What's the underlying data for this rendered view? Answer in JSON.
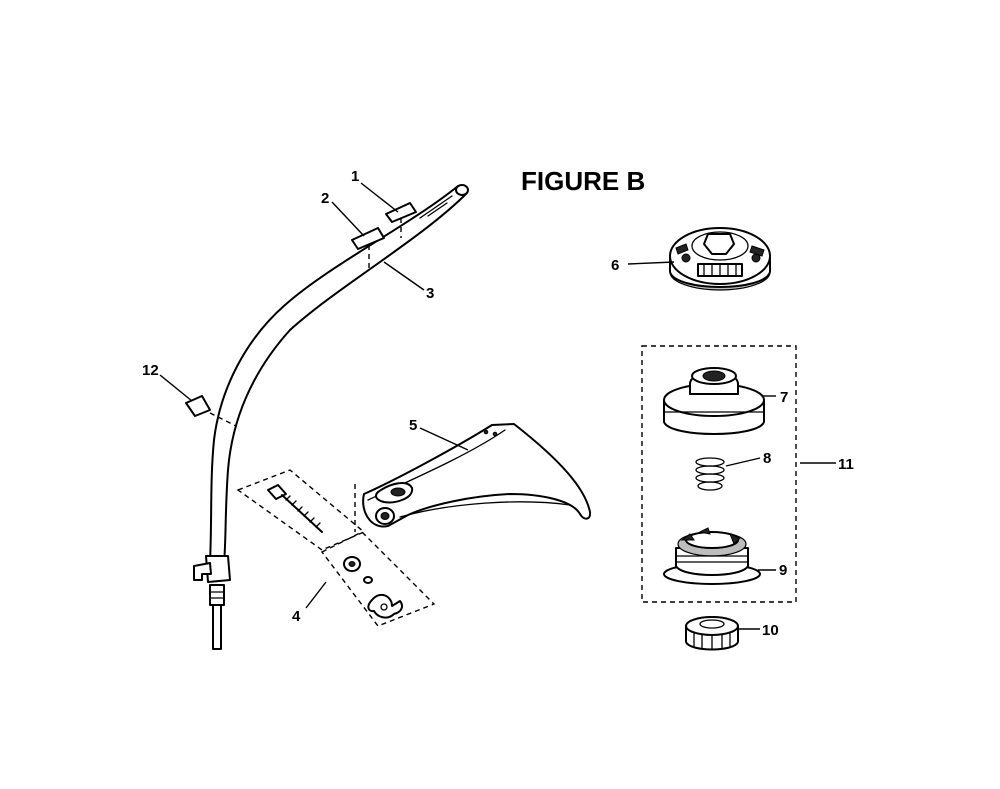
{
  "figure_title": "FIGURE B",
  "callouts": {
    "c1": "1",
    "c2": "2",
    "c3": "3",
    "c4": "4",
    "c5": "5",
    "c6": "6",
    "c7": "7",
    "c8": "8",
    "c9": "9",
    "c10": "10",
    "c11": "11",
    "c12": "12"
  }
}
